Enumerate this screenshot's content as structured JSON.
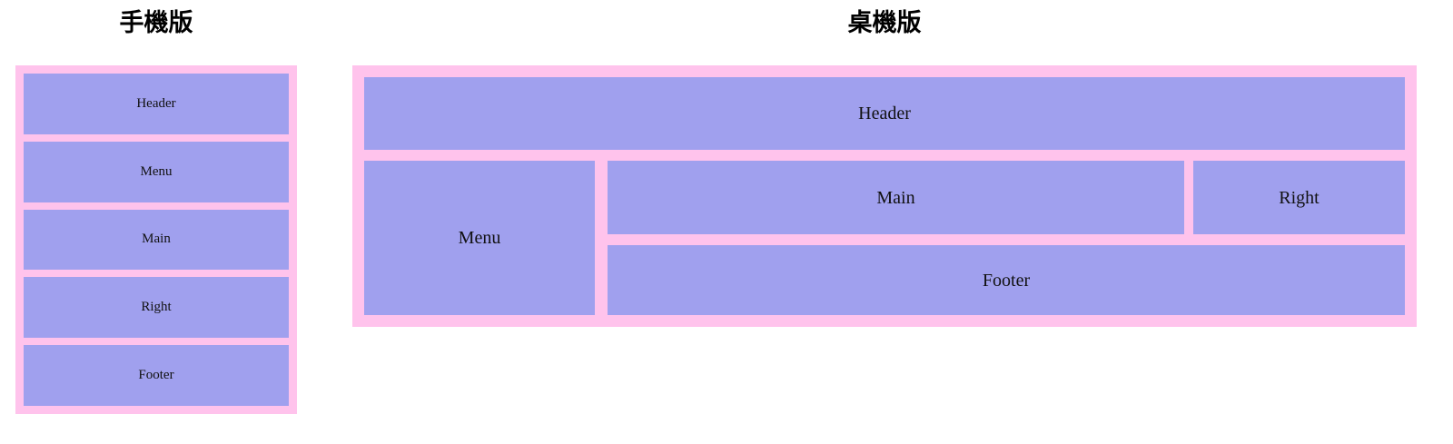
{
  "page": {
    "background_color": "#ffffff",
    "frame_color": "#ffc3ec",
    "block_color": "#a0a0ee",
    "text_color": "#111111"
  },
  "mobile": {
    "title": "手機版",
    "blocks": [
      {
        "label": "Header"
      },
      {
        "label": "Menu"
      },
      {
        "label": "Main"
      },
      {
        "label": "Right"
      },
      {
        "label": "Footer"
      }
    ]
  },
  "desktop": {
    "title": "桌機版",
    "blocks": {
      "header": {
        "label": "Header"
      },
      "menu": {
        "label": "Menu"
      },
      "main": {
        "label": "Main"
      },
      "right": {
        "label": "Right"
      },
      "footer": {
        "label": "Footer"
      }
    }
  }
}
